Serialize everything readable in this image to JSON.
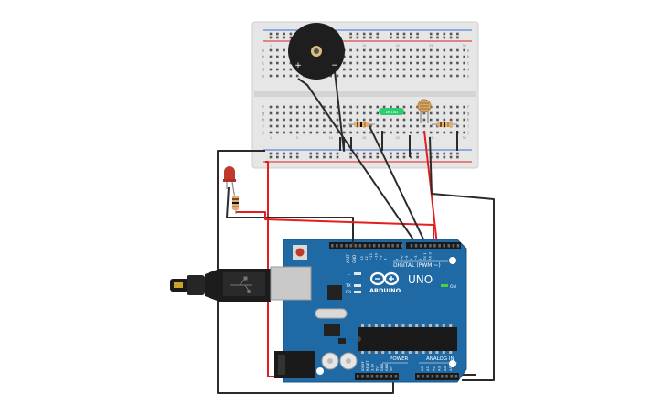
{
  "board": {
    "brand": "ARDUINO",
    "model": "UNO",
    "digital_label": "DIGITAL (PWM ~)",
    "power_label": "POWER",
    "analog_label": "ANALOG IN",
    "on_label": "ON",
    "l_label": "L",
    "tx_label": "TX",
    "rx_label": "RX",
    "aref_label": "AREF",
    "gnd_label": "GND",
    "digital_pins": [
      "13",
      "12",
      "~11",
      "~10",
      "~9",
      "8",
      "7",
      "~6",
      "~5",
      "4",
      "~3",
      "2",
      "TX 1",
      "RX 0"
    ],
    "power_pins": [
      "IOREF",
      "RESET",
      "3.3V",
      "5V",
      "GND",
      "GND",
      "Vin"
    ],
    "analog_pins": [
      "A0",
      "A1",
      "A2",
      "A3",
      "A4",
      "A5"
    ]
  },
  "breadboard": {
    "column_numbers": [
      "1",
      "5",
      "10",
      "15",
      "20",
      "25",
      "30"
    ],
    "row_letters_top": [
      "a",
      "b",
      "c",
      "d",
      "e"
    ],
    "row_letters_bottom": [
      "f",
      "g",
      "h",
      "i",
      "j"
    ]
  },
  "components": {
    "buzzer_plus": "+",
    "buzzer_minus": "−",
    "photoresistor_label": "1M 10Ω"
  },
  "colors": {
    "board": "#1f6aa5",
    "wire_red": "#e02020",
    "wire_black": "#2b2b2b",
    "breadboard": "#e9e9e9"
  }
}
